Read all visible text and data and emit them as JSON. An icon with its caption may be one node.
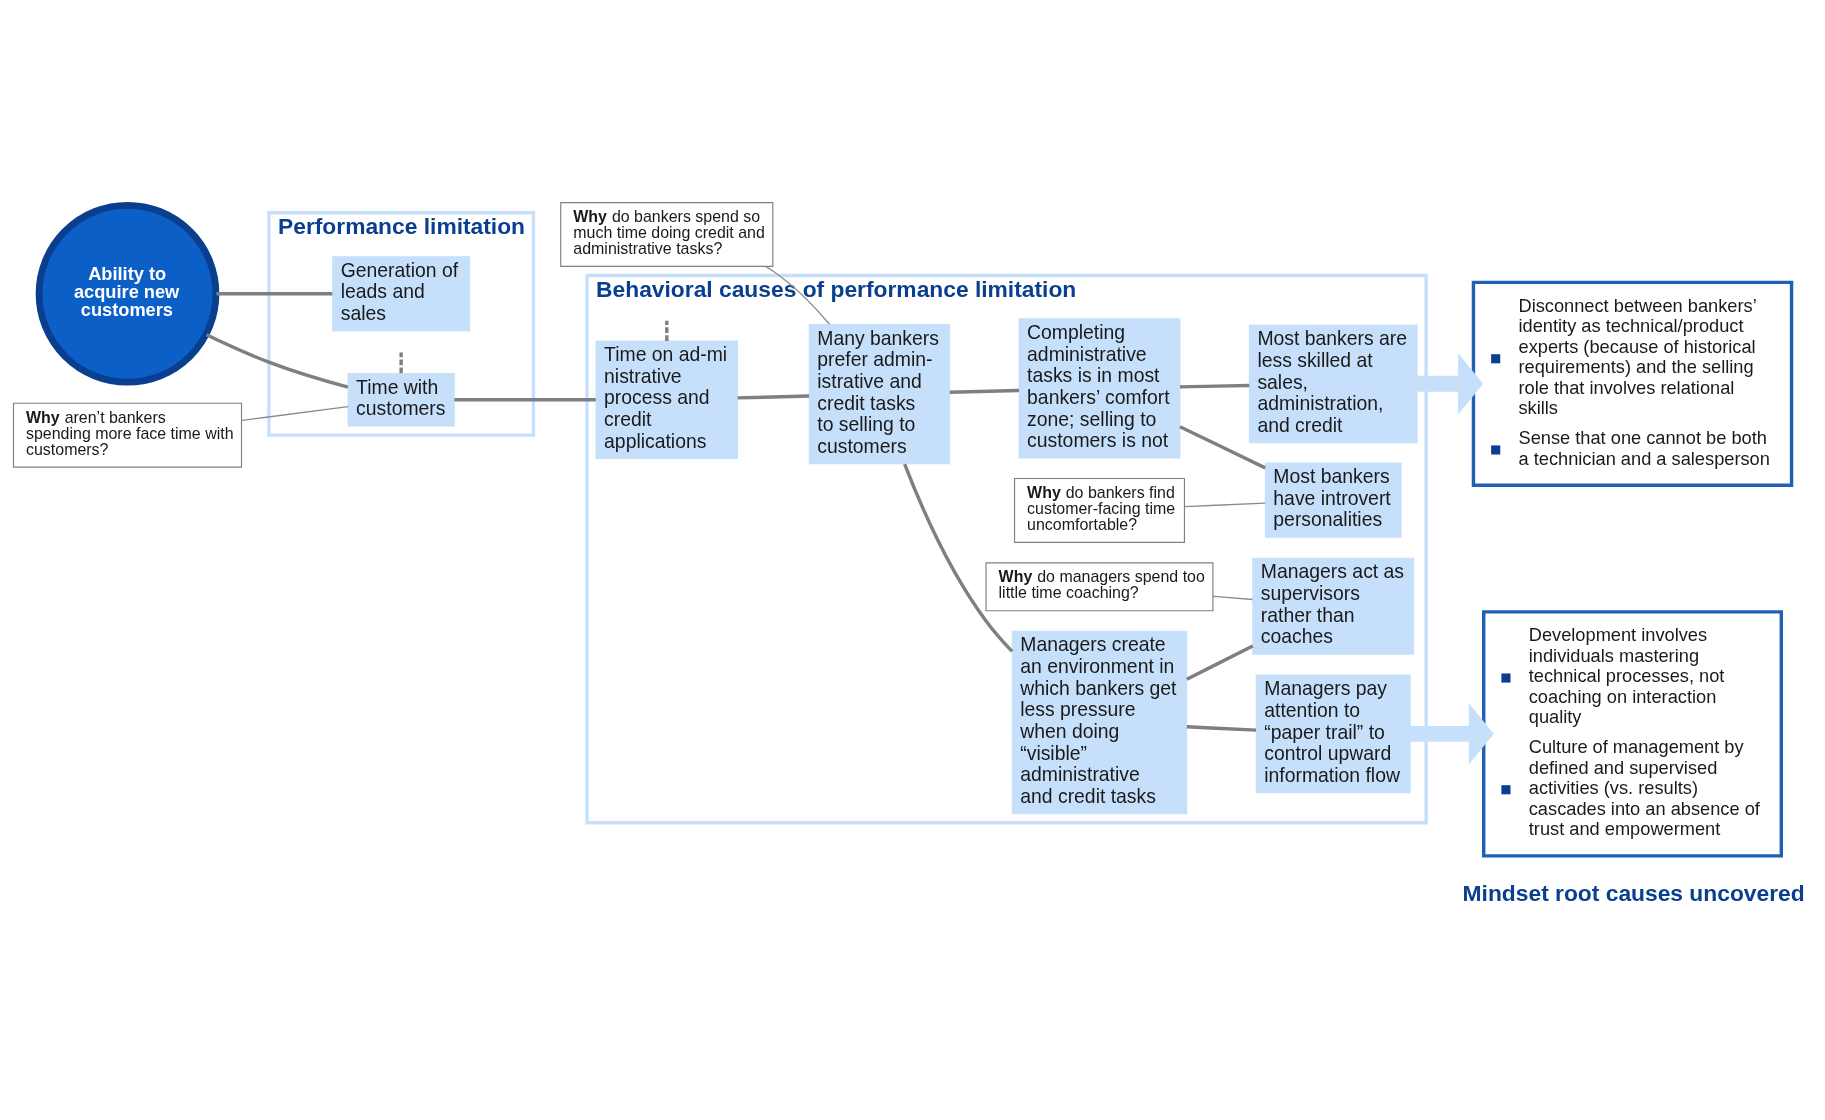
{
  "diagram": {
    "nodes": [
      {
        "text": [
          "Performance limitation"
        ]
      },
      {
        "text": [
          "Behavioral causes of performance limitation"
        ]
      },
      {
        "text": [
          "**Why** do bankers find customer-facing time uncomfortable?"
        ],
        "in": 1
      },
      {
        "text": [
          "**Why** do bankers spend so much time doing credit and administrative tasks?"
        ]
      },
      {
        "text": [
          "Most bankers have introvert personalities"
        ],
        "in": 1
      },
      {
        "text": [
          "Completing administrative tasks is in most bankers’ comfort zone; selling to customers is not"
        ],
        "in": 1
      },
      {
        "text": [
          "Many bankers prefer admin-istrative and credit tasks to selling to customers"
        ],
        "in": 1
      },
      {
        "text": [
          "Time on ad-ministrative process and credit applications"
        ],
        "in": 1
      },
      {
        "text": [
          "Most bankers are less skilled at sales, administration, and credit"
        ],
        "in": 1
      },
      {
        "text": [
          "Time with customers"
        ],
        "in": 0
      },
      {
        "text": [
          "**Why** do managers spend too little time coaching?"
        ],
        "in": 1
      },
      {
        "text": [
          "Managers create an environment in which bankers get less pressure when doing “visible” administrative and credit tasks"
        ],
        "in": 1
      },
      {
        "text": [
          "Managers act as supervisors rather than coaches"
        ],
        "in": 1
      },
      {
        "text": [
          "Ability to acquire new customers"
        ]
      },
      {
        "text": [
          "**Why** aren’t bankers spending more face time with customers?"
        ]
      },
      {
        "text": [
          "Managers pay attention to “paper trail” to control upward information flow"
        ],
        "in": 1
      },
      {
        "text": [
          "Generation of leads and sales"
        ],
        "in": 0
      },
      {
        "text": [
          "Disconnect between bankers’ identity as technical/product experts (because of historical requirements) and the selling role that involves relational skills",
          "Sense that one cannot be both a technician and a salesperson"
        ]
      },
      {
        "text": [
          "Development involves individuals mastering technical processes, not coaching on interaction quality",
          "Culture of management by defined and supervised activities (vs. results) cascades into an absence of trust and empowerment"
        ]
      }
    ],
    "edges": [
      {
        "from": 13,
        "to": 9,
        "arrow": "none"
      },
      {
        "from": 13,
        "to": 16,
        "arrow": "none"
      },
      {
        "from": 9,
        "to": 7,
        "arrow": "none"
      },
      {
        "from": 9,
        "to": null,
        "arrow": "none",
        "style": "dashed"
      },
      {
        "from": 7,
        "to": 6,
        "arrow": "none"
      },
      {
        "from": 7,
        "to": null,
        "arrow": "none",
        "style": "dashed"
      },
      {
        "from": 6,
        "to": 5,
        "arrow": "none"
      },
      {
        "from": 6,
        "to": 11,
        "arrow": "none"
      },
      {
        "from": 5,
        "to": 4,
        "arrow": "none"
      },
      {
        "from": 5,
        "to": 8,
        "arrow": "none"
      },
      {
        "from": 11,
        "to": 12,
        "arrow": "none"
      },
      {
        "from": 11,
        "to": 15,
        "arrow": "none"
      },
      {
        "from": 14,
        "to": 9,
        "arrow": "none",
        "color": "#8c8c8c"
      },
      {
        "from": 3,
        "to": 6,
        "arrow": "none",
        "color": "#8c8c8c"
      },
      {
        "from": 2,
        "to": 4,
        "arrow": "none",
        "color": "#8c8c8c"
      },
      {
        "from": 10,
        "to": 12,
        "arrow": "none",
        "color": "#8c8c8c"
      },
      {
        "from": 8,
        "to": 17,
        "arrow": "to",
        "style": "thick",
        "color": "#c6e0fb"
      },
      {
        "from": 15,
        "to": 18,
        "arrow": "to",
        "style": "thick",
        "color": "#c6e0fb"
      }
    ],
    "labels": [
      "Mindset root causes uncovered"
    ]
  }
}
